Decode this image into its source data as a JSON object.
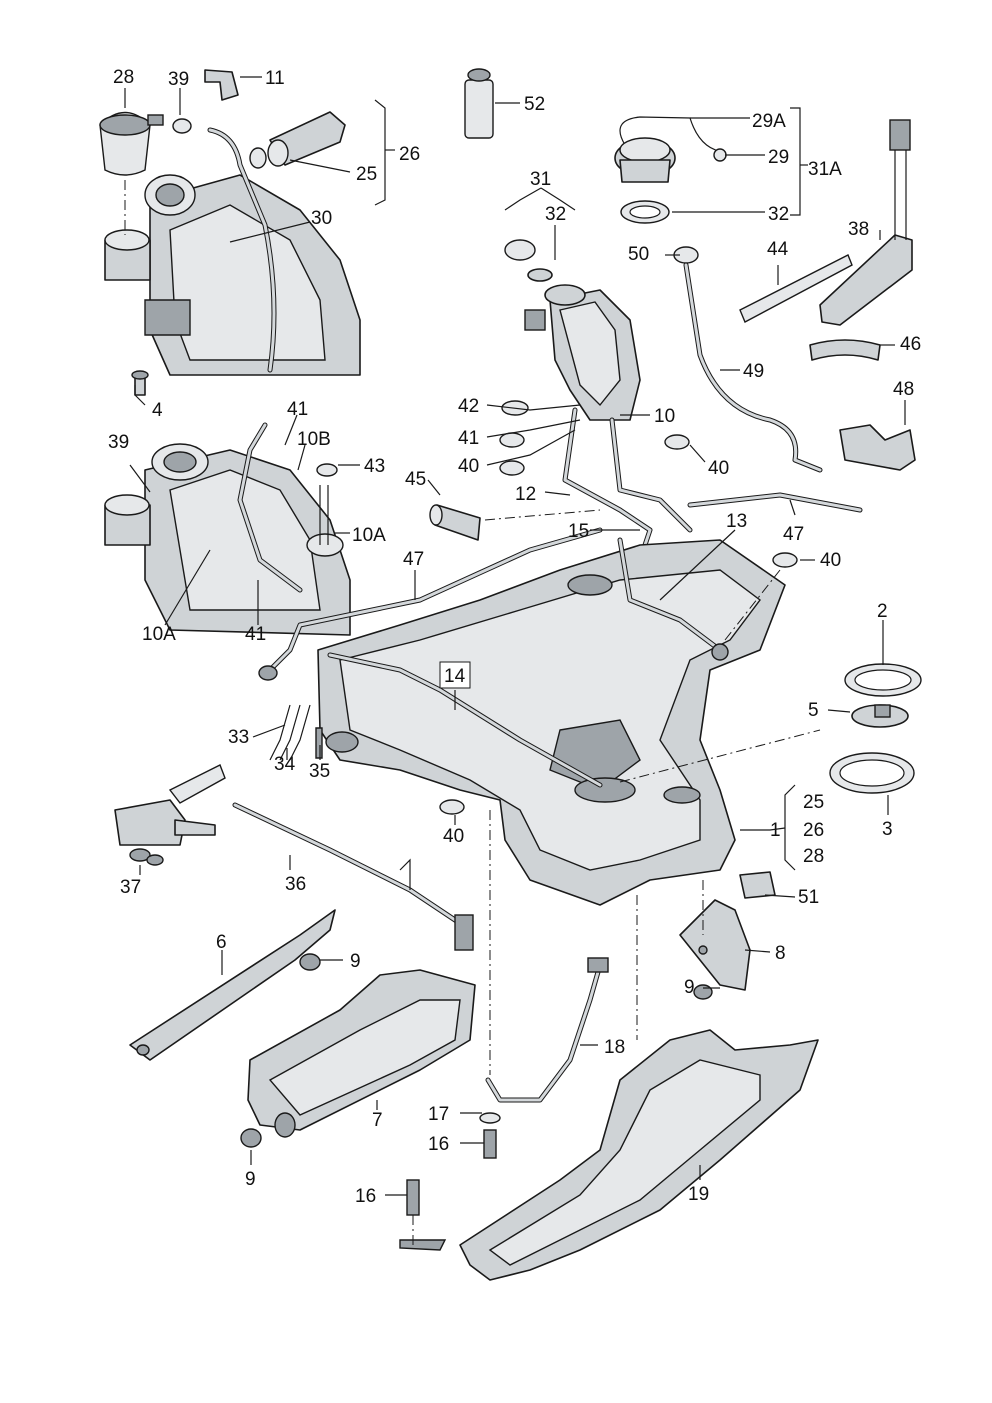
{
  "colors": {
    "ink": "#1a1a1a",
    "part": "#cfd3d6",
    "part_light": "#e6e8ea",
    "part_dark": "#9ea4a9"
  },
  "labels": {
    "l28": "28",
    "l39a": "39",
    "l11": "11",
    "l52": "52",
    "l29A": "29A",
    "l26a": "26",
    "l25a": "25",
    "l29": "29",
    "l31A": "31A",
    "l31": "31",
    "l32a": "32",
    "l32b": "32",
    "l30": "30",
    "l50": "50",
    "l44": "44",
    "l38": "38",
    "l4": "4",
    "l46": "46",
    "l49": "49",
    "l42": "42",
    "l10": "10",
    "l41a": "41",
    "l10B": "10B",
    "l39b": "39",
    "l43": "43",
    "l48": "48",
    "l41b": "41",
    "l40a": "40",
    "l40b": "40",
    "l45": "45",
    "l12": "12",
    "l13": "13",
    "l47a": "47",
    "l15": "15",
    "l10A_a": "10A",
    "l40c": "40",
    "l47b": "47",
    "l2": "2",
    "l10A_b": "10A",
    "l41c": "41",
    "l14": "14",
    "l5": "5",
    "l33": "33",
    "l35": "35",
    "l34": "34",
    "l3": "3",
    "l25b": "25",
    "l1": "1",
    "l26b": "26",
    "l40d": "40",
    "l28b": "28",
    "l37": "37",
    "l36": "36",
    "l51": "51",
    "l6": "6",
    "l8": "8",
    "l9a": "9",
    "l9b": "9",
    "l18": "18",
    "l7": "7",
    "l17": "17",
    "l16a": "16",
    "l9c": "9",
    "l19": "19",
    "l16b": "16"
  }
}
